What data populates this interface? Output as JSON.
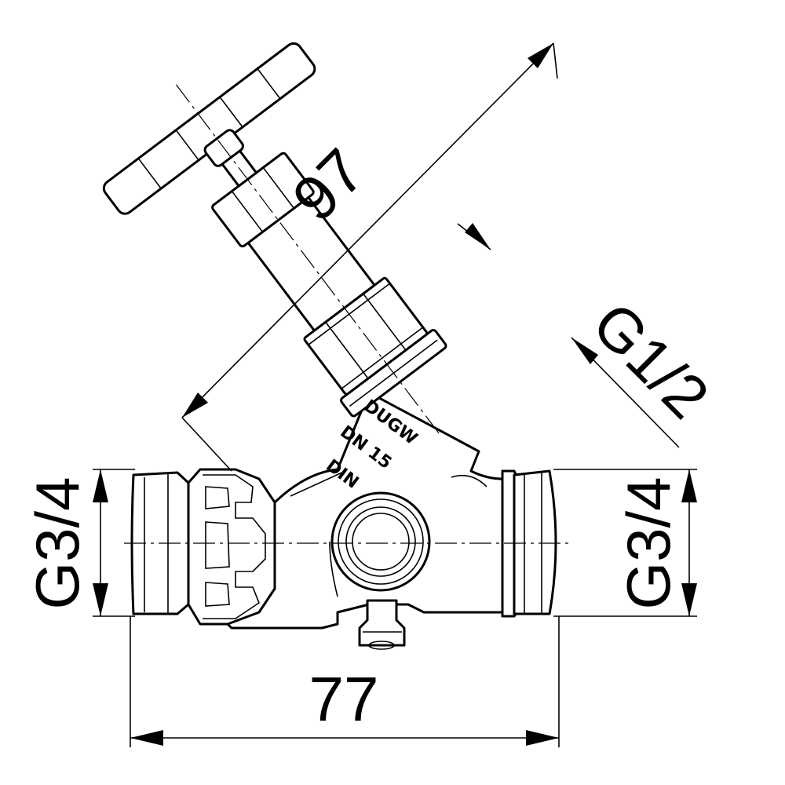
{
  "dimensions": {
    "stem_length": "97",
    "overall_length": "77",
    "left_thread": "G3/4",
    "right_thread": "G3/4",
    "stem_thread": "G1/2"
  },
  "body_markings": {
    "line1": "DUGW",
    "line2": "DN 15",
    "line3": "DIN"
  }
}
